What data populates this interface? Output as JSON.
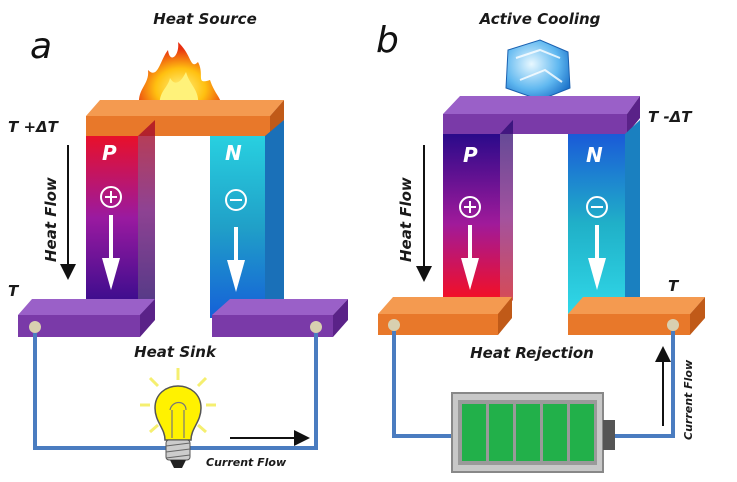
{
  "panel_a": {
    "letter": "a",
    "top_label": "Heat Source",
    "hot_temp": "T +ΔT",
    "cold_temp": "T",
    "heat_flow": "Heat Flow",
    "p_label": "P",
    "n_label": "N",
    "bottom_label": "Heat Sink",
    "current_flow": "Current Flow",
    "load": "light-bulb"
  },
  "panel_b": {
    "letter": "b",
    "top_label": "Active Cooling",
    "cold_temp": "T -ΔT",
    "hot_temp": "T",
    "heat_flow": "Heat Flow",
    "p_label": "P",
    "n_label": "N",
    "bottom_label": "Heat Rejection",
    "current_flow": "Current Flow",
    "source": "battery"
  },
  "colors": {
    "hot_plate": "#e8782a",
    "cold_plate": "#7a3aa8",
    "wire": "#4a7cc0",
    "battery_cell": "#22b04a"
  }
}
